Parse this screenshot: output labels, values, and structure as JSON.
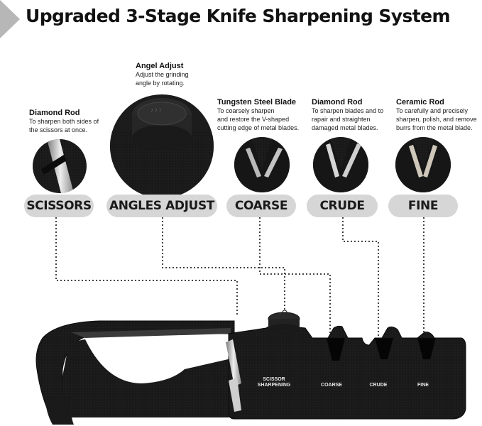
{
  "title": "Upgraded 3-Stage Knife Sharpening System",
  "callouts": {
    "angle": {
      "title": "Angel Adjust",
      "lines": [
        "Adjust the grinding",
        "angle by rotating."
      ]
    },
    "scissor": {
      "title": "Diamond Rod",
      "lines": [
        "To sharpen both sides of",
        "the scissors at once."
      ]
    },
    "coarse": {
      "title": "Tungsten Steel Blade",
      "lines": [
        "To coarsely sharpen",
        "and restore the V-shaped",
        "cutting edge of metal blades."
      ]
    },
    "crude": {
      "title": "Diamond Rod",
      "lines": [
        "To sharpen blades  and to",
        "rapair and straighten",
        "damaged metal blades."
      ]
    },
    "fine": {
      "title": "Ceramic Rod",
      "lines": [
        "To carefully and precisely",
        "sharpen, polish, and remove",
        "burrs from the metal blade."
      ]
    }
  },
  "pills": {
    "scissors": "SCISSORS",
    "angles": "ANGLES ADJUST",
    "coarse": "COARSE",
    "crude": "CRUDE",
    "fine": "FINE"
  },
  "device_labels": {
    "scissor_line1": "SCISSOR",
    "scissor_line2": "SHARPENING",
    "coarse": "COARSE",
    "crude": "CRUDE",
    "fine": "FINE"
  },
  "colors": {
    "body": "#151515",
    "pill": "#d6d6d6",
    "corner": "#b7b7b7",
    "leader": "#444444"
  }
}
